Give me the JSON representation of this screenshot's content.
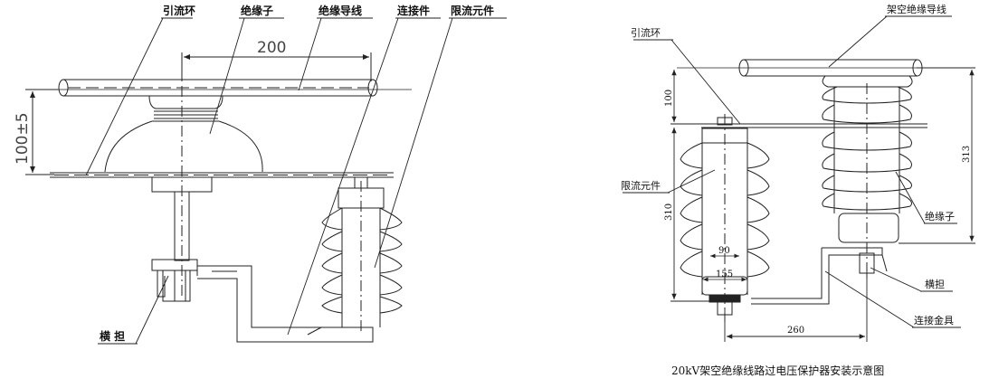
{
  "left_diagram": {
    "labels": {
      "yinliuhuan": "引流环",
      "jueyuanzi": "绝缘子",
      "jueyuan_daoxian": "绝缘导线",
      "lianjiejian": "连接件",
      "xianliu_yuanjian": "限流元件",
      "hengdan": "横 担"
    },
    "dimensions": {
      "width": "200",
      "height": "100±5"
    }
  },
  "right_diagram": {
    "labels": {
      "jiakong_jueyuan_daoxian": "架空绝缘导线",
      "yinliuhuan": "引流环",
      "xianliu_yuanjian": "限流元件",
      "jueyuanzi": "绝缘子",
      "hengdan": "横担",
      "lianjie_jinju": "连接金具"
    },
    "dimensions": {
      "d100": "100",
      "d310": "310",
      "d313": "313",
      "d90": "90",
      "d155": "155",
      "d260": "260"
    },
    "caption": "20kV架空绝缘线路过电压保护器安装示意图"
  }
}
